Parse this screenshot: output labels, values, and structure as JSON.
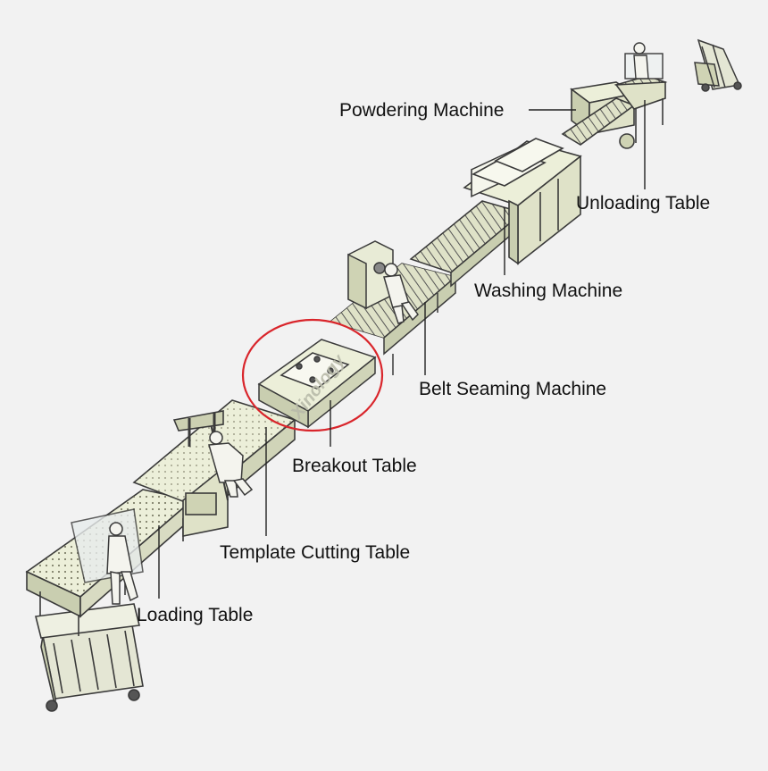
{
  "labels": {
    "powdering": "Powdering Machine",
    "unloading": "Unloading Table",
    "washing": "Washing Machine",
    "belt_seaming": "Belt Seaming Machine",
    "breakout": "Breakout Table",
    "template_cutting": "Template Cutting Table",
    "loading": "Loading Table"
  },
  "watermark": "Xinology",
  "colors": {
    "background": "#f2f2f2",
    "machine_fill": "#ecefd9",
    "machine_side": "#c9ceb0",
    "outline": "#3a3a3a",
    "highlight_circle": "#d9252b",
    "label_text": "#111111"
  }
}
